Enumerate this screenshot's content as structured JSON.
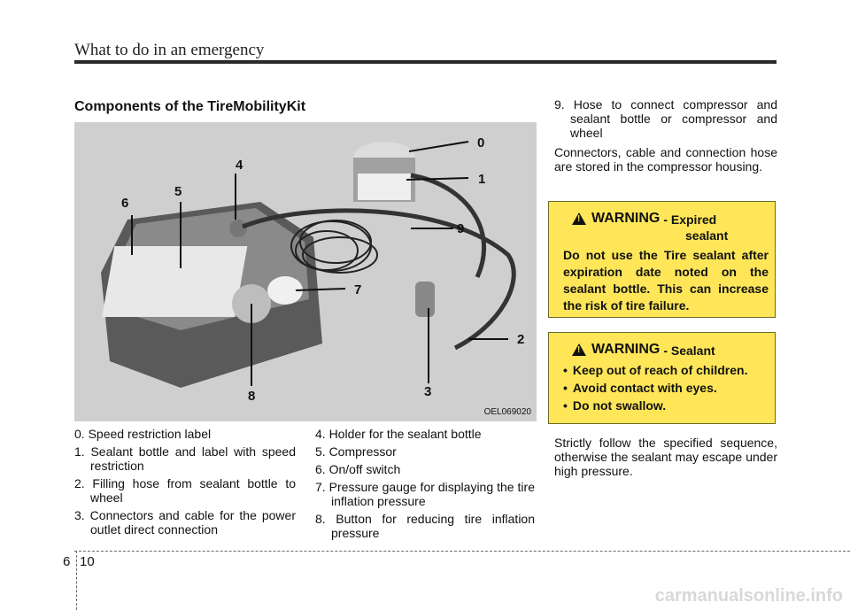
{
  "header": {
    "title": "What to do in an emergency"
  },
  "section": {
    "title": "Components of the TireMobilityKit"
  },
  "photo": {
    "code": "OEL069020",
    "callouts": [
      "0",
      "1",
      "2",
      "3",
      "4",
      "5",
      "6",
      "7",
      "8",
      "9"
    ]
  },
  "components_left": [
    "0. Speed restriction label",
    "1. Sealant bottle and label with speed restriction",
    "2. Filling hose from sealant bottle to wheel",
    "3. Connectors and cable for the power outlet direct connection"
  ],
  "components_mid": [
    "4. Holder for the sealant bottle",
    "5. Compressor",
    "6. On/off switch",
    "7. Pressure gauge for displaying the tire inflation pressure",
    "8. Button for reducing tire inflation pressure"
  ],
  "components_right": [
    "9. Hose to connect compressor and sealant bottle or compressor and wheel"
  ],
  "para_storage": "Connectors, cable and connection hose are stored in the compressor housing.",
  "warning1": {
    "word": "WARNING",
    "sub1": "- Expired",
    "sub2": "sealant",
    "body": "Do not use the Tire sealant after expiration date noted on the sealant bottle. This can increase the risk of tire failure."
  },
  "warning2": {
    "word": "WARNING",
    "sub": "- Sealant",
    "items": [
      "Keep out of reach of children.",
      "Avoid contact with eyes.",
      "Do not swallow."
    ]
  },
  "para_sequence": "Strictly follow the specified sequence, otherwise the sealant may escape under high pressure.",
  "footer": {
    "chapter": "6",
    "page": "10",
    "watermark": "carmanualsonline.info"
  }
}
